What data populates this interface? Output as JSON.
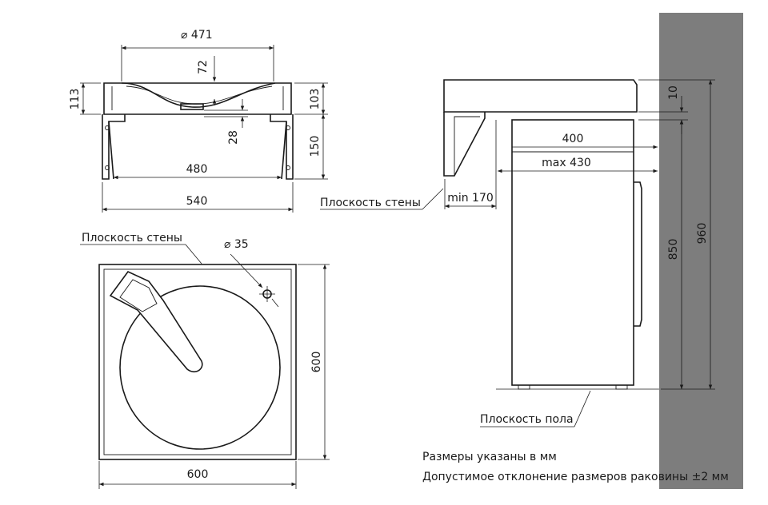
{
  "dimensions": {
    "top_diameter": "471",
    "top_bowl_depth": "72",
    "top_height_left": "113",
    "top_height_right": "103",
    "top_drain_offset": "28",
    "top_leg_height": "150",
    "top_inner_width": "480",
    "top_outer_width": "540",
    "plan_hole_diameter": "35",
    "plan_depth": "600",
    "plan_width": "600",
    "side_gap": "10",
    "side_machine_depth": "400",
    "side_max_depth": "max 430",
    "side_min_offset": "min 170",
    "side_machine_height": "850",
    "side_total_height": "960"
  },
  "labels": {
    "wall_plane_top": "Плоскость стены",
    "wall_plane_side": "Плоскость стены",
    "floor_plane": "Плоскость пола"
  },
  "notes": {
    "units": "Размеры указаны в мм",
    "tolerance": "Допустимое отклонение размеров раковины ±2 мм"
  },
  "colors": {
    "wall": "#7d7d7d",
    "line": "#1a1a1a"
  }
}
